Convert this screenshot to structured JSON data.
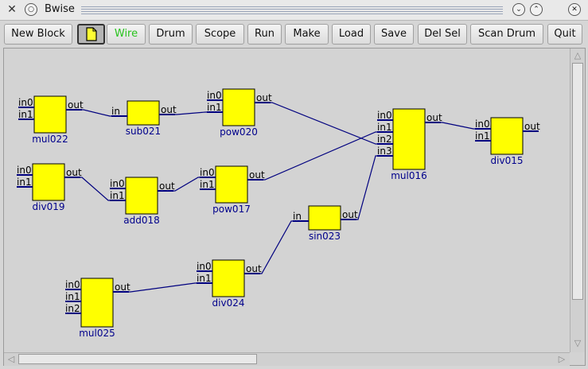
{
  "window": {
    "title": "Bwise",
    "close_glyph": "✕",
    "menu_glyph": "○",
    "min_glyph": "⌄",
    "max_glyph": "⌃",
    "close_right_glyph": "✕"
  },
  "toolbar": {
    "new_block": "New Block",
    "wire": "Wire",
    "drum": "Drum",
    "scope": "Scope",
    "run": "Run",
    "make": "Make",
    "load": "Load",
    "save": "Save",
    "del_sel": "Del Sel",
    "scan_drum": "Scan Drum",
    "quit": "Quit"
  },
  "colors": {
    "block_fill": "#ffff00",
    "block_stroke": "#000000",
    "wire": "#00007f",
    "block_label": "#00008b",
    "wire_button_text": "#27c21c"
  },
  "blocks": [
    {
      "id": "mul022",
      "name": "mul022",
      "inputs": [
        "in0",
        "in1"
      ],
      "output": "out"
    },
    {
      "id": "sub021",
      "name": "sub021",
      "inputs": [
        "in"
      ],
      "output": "out"
    },
    {
      "id": "pow020",
      "name": "pow020",
      "inputs": [
        "in0",
        "in1"
      ],
      "output": "out"
    },
    {
      "id": "div019",
      "name": "div019",
      "inputs": [
        "in0",
        "in1"
      ],
      "output": "out"
    },
    {
      "id": "add018",
      "name": "add018",
      "inputs": [
        "in0",
        "in1"
      ],
      "output": "out"
    },
    {
      "id": "pow017",
      "name": "pow017",
      "inputs": [
        "in0",
        "in1"
      ],
      "output": "out"
    },
    {
      "id": "mul016",
      "name": "mul016",
      "inputs": [
        "in0",
        "in1",
        "in2",
        "in3"
      ],
      "output": "out"
    },
    {
      "id": "div015",
      "name": "div015",
      "inputs": [
        "in0",
        "in1"
      ],
      "output": "out"
    },
    {
      "id": "sin023",
      "name": "sin023",
      "inputs": [
        "in"
      ],
      "output": "out"
    },
    {
      "id": "div024",
      "name": "div024",
      "inputs": [
        "in0",
        "in1"
      ],
      "output": "out"
    },
    {
      "id": "mul025",
      "name": "mul025",
      "inputs": [
        "in0",
        "in1",
        "in2"
      ],
      "output": "out"
    }
  ],
  "wires": [
    {
      "from": "mul022",
      "to": "sub021",
      "pin": 0
    },
    {
      "from": "sub021",
      "to": "pow020",
      "pin": 1
    },
    {
      "from": "pow020",
      "to": "mul016",
      "pin": 2
    },
    {
      "from": "div019",
      "to": "add018",
      "pin": 1
    },
    {
      "from": "add018",
      "to": "pow017",
      "pin": 0
    },
    {
      "from": "pow017",
      "to": "mul016",
      "pin": 1
    },
    {
      "from": "sin023",
      "to": "mul016",
      "pin": 3
    },
    {
      "from": "mul016",
      "to": "div015",
      "pin": 0
    },
    {
      "from": "div024",
      "to": "sin023",
      "pin": 0
    },
    {
      "from": "mul025",
      "to": "div024",
      "pin": 1
    }
  ]
}
